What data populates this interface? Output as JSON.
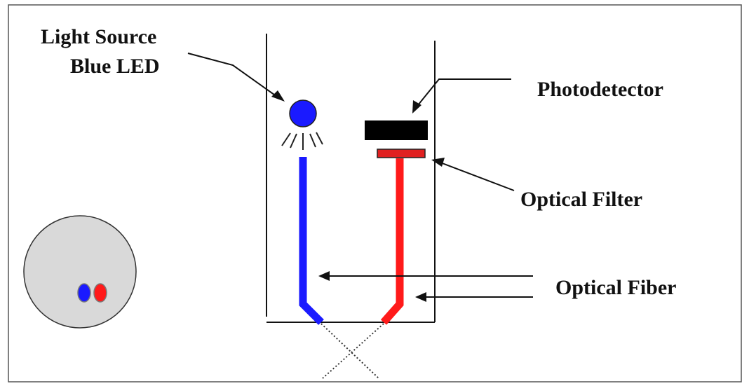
{
  "labels": {
    "light_source": "Light Source",
    "blue_led": "Blue LED",
    "photodetector": "Photodetector",
    "optical_filter": "Optical Filter",
    "optical_fiber": "Optical Fiber"
  },
  "colors": {
    "led": "#1a1aff",
    "emission_fiber": "#1a1aff",
    "collection_fiber": "#ff1a1a",
    "filter": "#e02020",
    "photodetector": "#000000",
    "cross_section": "#d9d9d9"
  }
}
